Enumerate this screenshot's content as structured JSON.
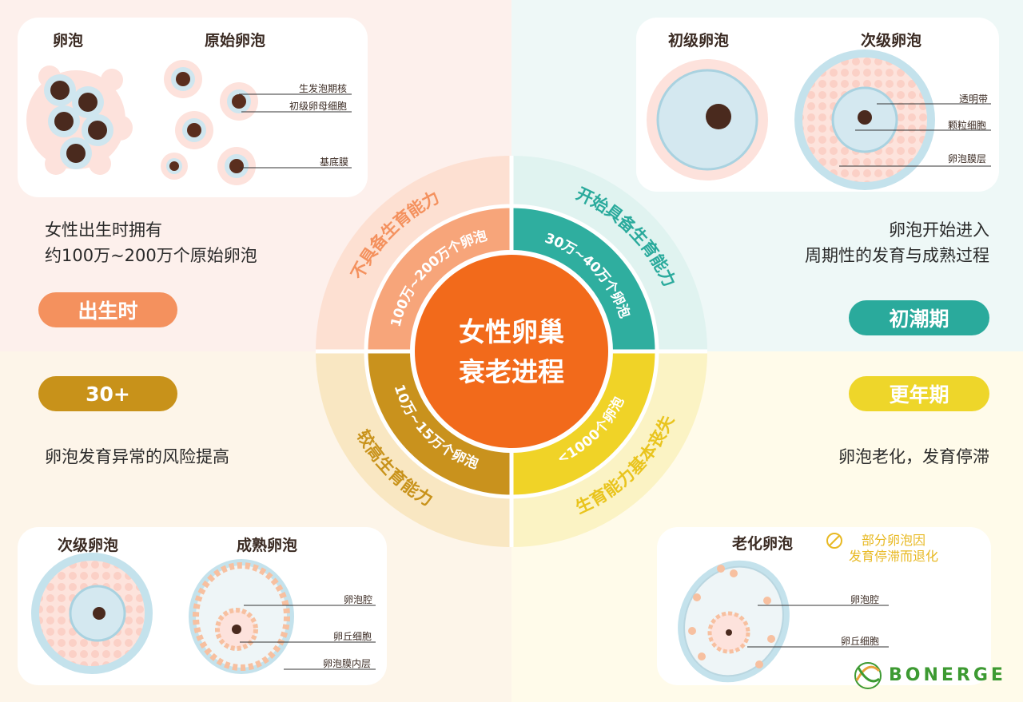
{
  "center": {
    "line1": "女性卵巢",
    "line2": "衰老进程"
  },
  "stages": [
    {
      "pill": "出生时",
      "pill_color": "#f4915e",
      "inner": "100万~200万个卵泡",
      "outer": "不具备生育能力",
      "desc": [
        "女性出生时拥有",
        "约100万~200万个原始卵泡"
      ]
    },
    {
      "pill": "初潮期",
      "pill_color": "#2aaa9c",
      "inner": "30万~40万个卵泡",
      "outer": "开始具备生育能力",
      "desc": [
        "卵泡开始进入",
        "周期性的发育与成熟过程"
      ]
    },
    {
      "pill": "30+",
      "pill_color": "#c8921a",
      "inner": "10万~15万个卵泡",
      "outer": "较高生育能力",
      "desc": [
        "卵泡发育异常的风险提高"
      ]
    },
    {
      "pill": "更年期",
      "pill_color": "#eed62a",
      "inner": "<1000个卵泡",
      "outer": "生育能力基本丧失",
      "desc": [
        "卵泡老化，发育停滞"
      ]
    }
  ],
  "cards": {
    "tl": {
      "titles": [
        "卵泡",
        "原始卵泡"
      ],
      "labels": [
        "生发泡期核",
        "初级卵母细胞",
        "基底膜"
      ]
    },
    "tr": {
      "titles": [
        "初级卵泡",
        "次级卵泡"
      ],
      "labels": [
        "透明带",
        "颗粒细胞",
        "卵泡膜层"
      ]
    },
    "bl": {
      "titles": [
        "次级卵泡",
        "成熟卵泡"
      ],
      "labels": [
        "卵泡腔",
        "卵丘细胞",
        "卵泡膜内层"
      ]
    },
    "br": {
      "titles": [
        "老化卵泡"
      ],
      "labels": [
        "卵泡腔",
        "卵丘细胞"
      ],
      "note": [
        "部分卵泡因",
        "发育停滞而退化"
      ]
    }
  },
  "colors": {
    "center": "#f26a1b",
    "ring_tl": "#f7a57a",
    "ring_tr": "#3bb3a6",
    "ring_bl": "#d09a2a",
    "ring_br": "#f2d94a"
  },
  "icons": [
    "forbidden-icon",
    "bonerge-logo-icon"
  ],
  "brand": "BONERGE"
}
